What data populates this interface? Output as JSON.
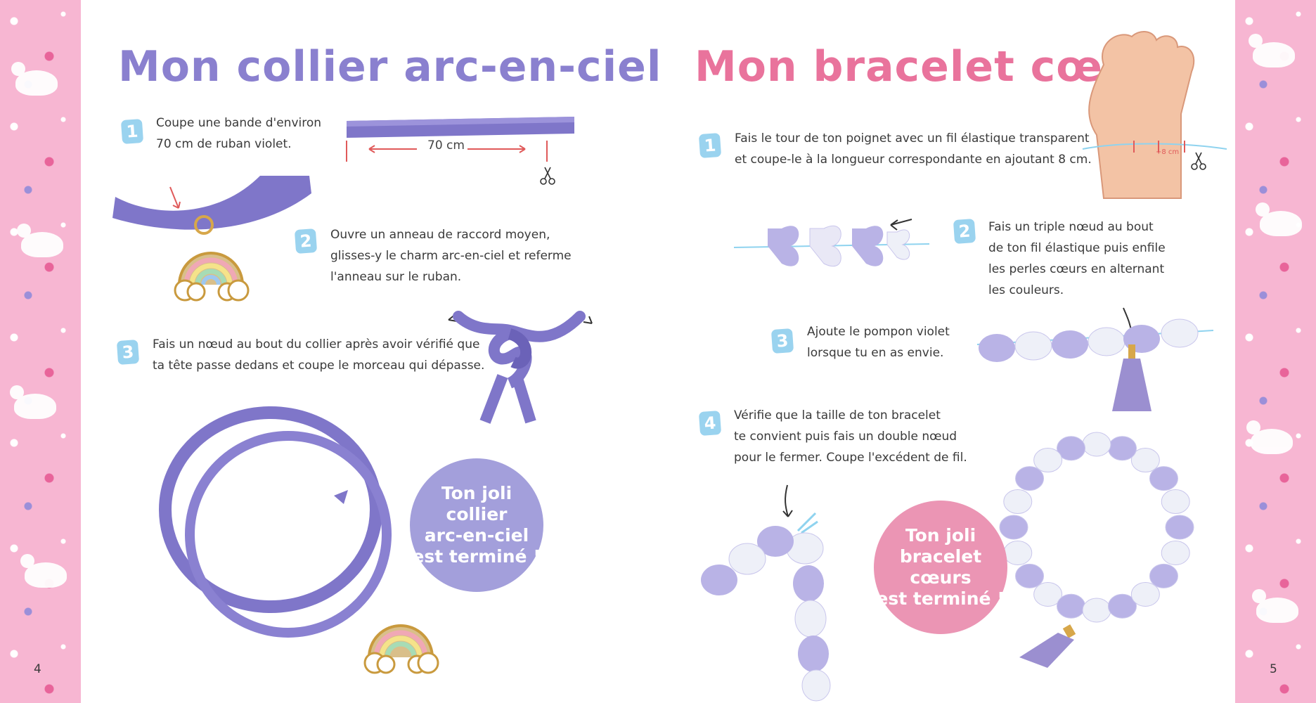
{
  "left_page": {
    "title": "Mon collier arc-en-ciel",
    "steps": [
      {
        "number": "1",
        "text": "Coupe une bande d'environ\n70 cm de ruban violet."
      },
      {
        "number": "2",
        "text": "Ouvre un anneau de raccord moyen,\nglisses-y le charm arc-en-ciel et referme\nl'anneau sur le ruban."
      },
      {
        "number": "3",
        "text": "Fais un nœud au bout du collier après avoir vérifié que\nta tête passe dedans et coupe le morceau qui dépasse."
      }
    ],
    "measure_label": "70 cm",
    "bubble": "Ton joli collier\narc-en-ciel\nest terminé !",
    "page_number": "4"
  },
  "right_page": {
    "title": "Mon bracelet cœurs",
    "steps": [
      {
        "number": "1",
        "text": "Fais le tour de ton poignet avec un fil élastique transparent\net coupe-le à la longueur correspondante en ajoutant 8 cm."
      },
      {
        "number": "2",
        "text": "Fais un triple nœud au bout\nde ton fil élastique puis enfile\nles perles cœurs en alternant\nles couleurs."
      },
      {
        "number": "3",
        "text": "Ajoute le pompon violet\nlorsque tu en as envie."
      },
      {
        "number": "4",
        "text": "Vérifie que la taille de ton bracelet\nte convient puis fais un double nœud\npour le fermer.  Coupe l'excédent de fil."
      }
    ],
    "wrist_label": "+8 cm",
    "bubble": "Ton joli\nbracelet cœurs\nest terminé !",
    "page_number": "5"
  },
  "colors": {
    "ribbon_violet": "#7f76c9",
    "title_violet": "#8a80cf",
    "title_pink": "#e9739c",
    "step_badge": "#9ad3ef",
    "border_pink": "#f7b6d2"
  },
  "icons": [
    "scissors-icon",
    "arrow-icon",
    "unicorn-pattern",
    "rainbow-charm",
    "heart-bead",
    "tassel"
  ]
}
